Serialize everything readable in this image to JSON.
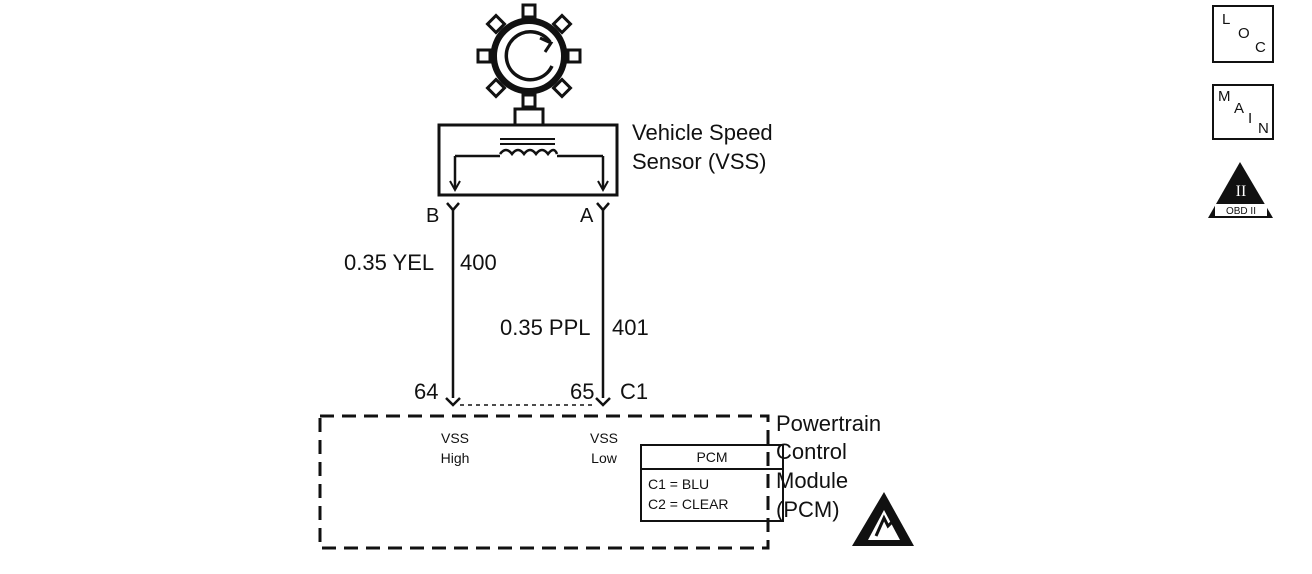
{
  "sensor": {
    "title_line1": "Vehicle Speed",
    "title_line2": "Sensor (VSS)",
    "pin_b": "B",
    "pin_a": "A"
  },
  "wires": {
    "high": {
      "gauge_color": "0.35 YEL",
      "circuit": "400",
      "pcm_pin": "64"
    },
    "low": {
      "gauge_color": "0.35 PPL",
      "circuit": "401",
      "pcm_pin": "65"
    },
    "connector": "C1"
  },
  "pcm": {
    "title_line1": "Powertrain",
    "title_line2": "Control",
    "title_line3": "Module",
    "title_line4": "(PCM)",
    "input_high_line1": "VSS",
    "input_high_line2": "High",
    "input_low_line1": "VSS",
    "input_low_line2": "Low",
    "legend_title": "PCM",
    "legend_rows": [
      "C1 = BLU",
      "C2 = CLEAR"
    ]
  },
  "nav_icons": {
    "loc": {
      "letters": [
        "L",
        "O",
        "C"
      ],
      "icon": "location-icon"
    },
    "main": {
      "letters": [
        "M",
        "A",
        "I",
        "N"
      ],
      "icon": "main-index-icon"
    },
    "obd": {
      "roman": "II",
      "caption": "OBD II",
      "icon": "obd-ii-icon"
    }
  },
  "esd_icon": "esd-warning-icon",
  "gear_icon": "reluctor-wheel-icon"
}
